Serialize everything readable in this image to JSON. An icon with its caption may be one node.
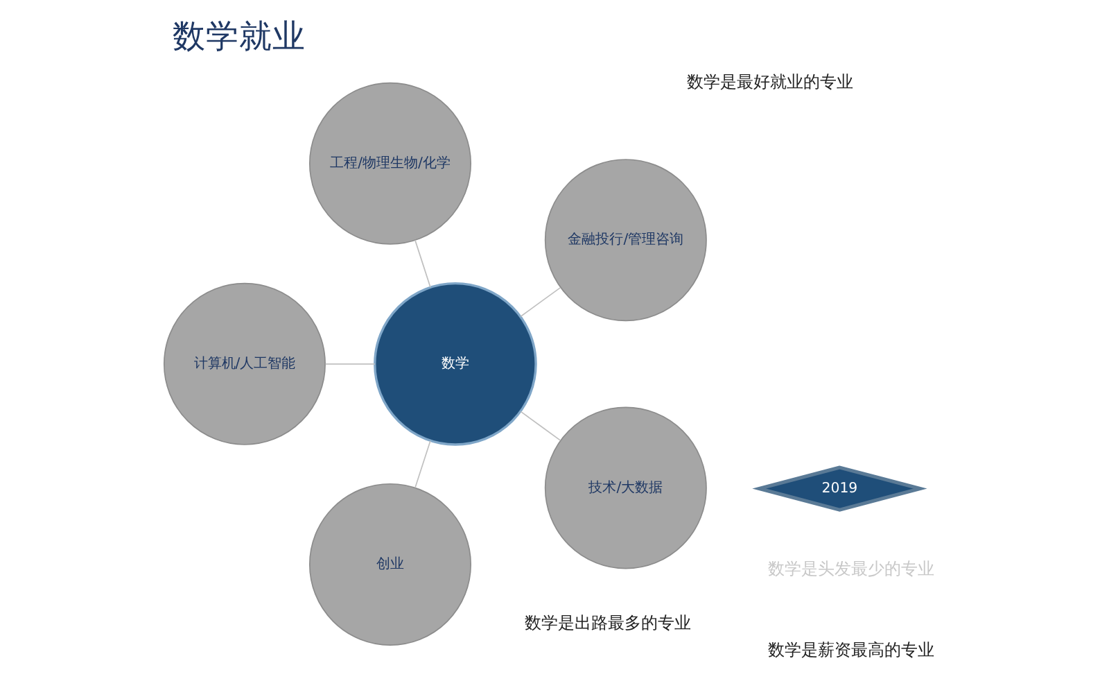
{
  "diagram": {
    "title": "数学就业",
    "nodes": [
      {
        "text": [
          "2019"
        ]
      },
      {
        "text": [
          "数学"
        ]
      },
      {
        "text": [
          "金融投行/管理咨询"
        ]
      },
      {
        "text": [
          "工程/物理生物/化学"
        ]
      },
      {
        "text": [
          "计算机/人工智能"
        ]
      },
      {
        "text": [
          "创业"
        ]
      },
      {
        "text": [
          "技术/大数据"
        ]
      }
    ],
    "edges": [
      {
        "from": 1,
        "to": 2,
        "arrow": "none"
      },
      {
        "from": 1,
        "to": 3,
        "arrow": "none"
      },
      {
        "from": 1,
        "to": 4,
        "arrow": "none"
      },
      {
        "from": 1,
        "to": 5,
        "arrow": "none"
      },
      {
        "from": 1,
        "to": 6,
        "arrow": "none"
      }
    ],
    "labels": [
      "数学是最好就业的专业",
      "数学是出路最多的专业",
      "数学是薪资最高的专业",
      "数学是头发最少的专业"
    ]
  }
}
